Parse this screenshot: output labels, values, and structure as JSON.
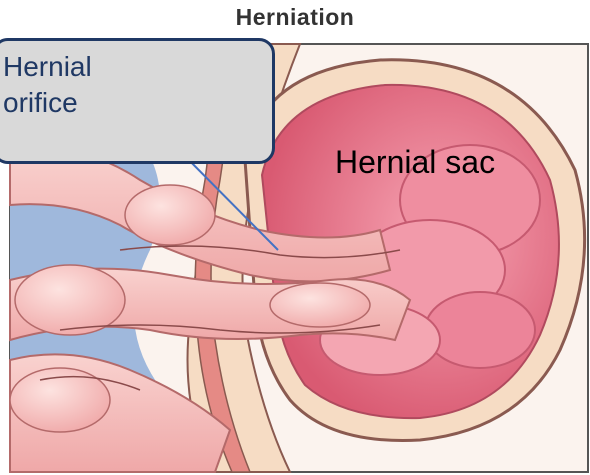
{
  "title": "Herniation",
  "labels": {
    "orifice_line1": "Hernial",
    "orifice_line2": "orifice",
    "sac": "Hernial sac"
  },
  "colors": {
    "callout_fill": "#d9d9d9",
    "callout_border": "#1f3864",
    "callout_text": "#1f3864",
    "pointer_arrow": "#4472c4",
    "bowel": "#f4b8b8",
    "sac": "#e06c80",
    "abdominal_wall": "#f6dcc4",
    "cavity": "#9fb8dc"
  }
}
